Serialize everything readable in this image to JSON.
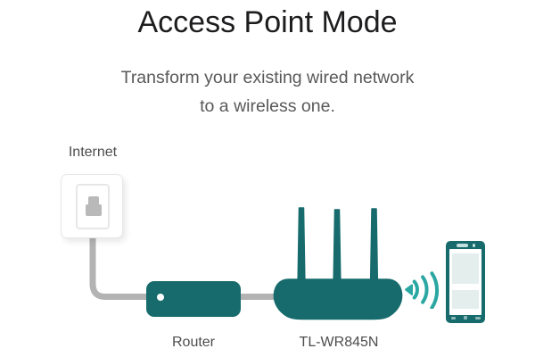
{
  "title": "Access Point Mode",
  "subtitle": {
    "line1": "Transform your existing wired network",
    "line2": "to a wireless one."
  },
  "diagram": {
    "internet": {
      "label": "Internet"
    },
    "router": {
      "label": "Router"
    },
    "access_point": {
      "label": "TL-WR845N",
      "antenna_count": 3
    },
    "client": {
      "type": "smartphone"
    },
    "colors": {
      "device_teal": "#176b6c",
      "wifi_teal": "#2aa7a2",
      "cable_gray": "#b3b3b3",
      "title_text": "#1d1d1f",
      "subtitle_text": "#59595b",
      "label_text": "#4d4d4f"
    }
  }
}
